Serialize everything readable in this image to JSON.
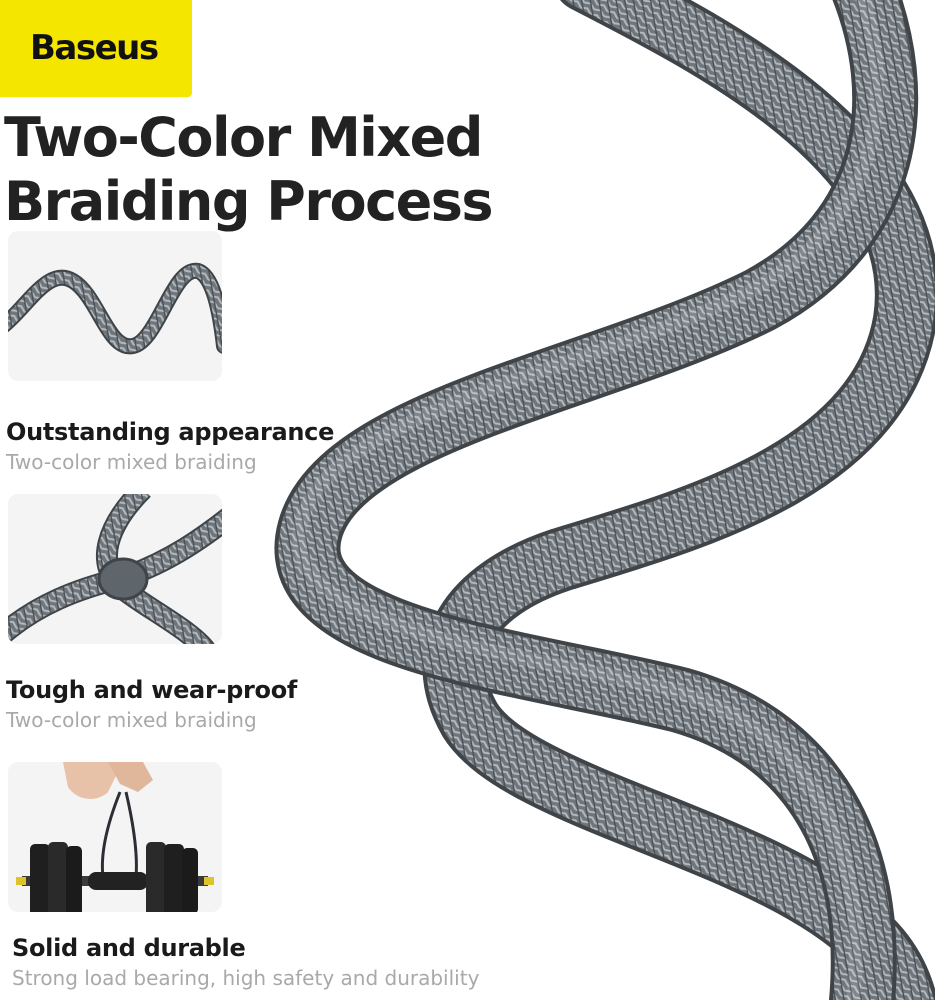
{
  "brand": {
    "name": "Baseus",
    "accent": "#f5e600"
  },
  "headline": {
    "line1": "Two-Color Mixed",
    "line2": "Braiding Process"
  },
  "features": [
    {
      "title": "Outstanding appearance",
      "subtitle": "Two-color mixed braiding",
      "image": "wavy-braided-cable"
    },
    {
      "title": "Tough and wear-proof",
      "subtitle": "Two-color mixed braiding",
      "image": "knotted-braided-cable"
    },
    {
      "title": "Solid and durable",
      "subtitle": "Strong load bearing, high safety and durability",
      "image": "cable-lifting-dumbbell"
    }
  ],
  "colors": {
    "cable": "#6d7479",
    "cable_light": "#9aa1a6",
    "cable_dark": "#4a5055",
    "text": "#222222",
    "subtext": "#a9a9a9"
  }
}
